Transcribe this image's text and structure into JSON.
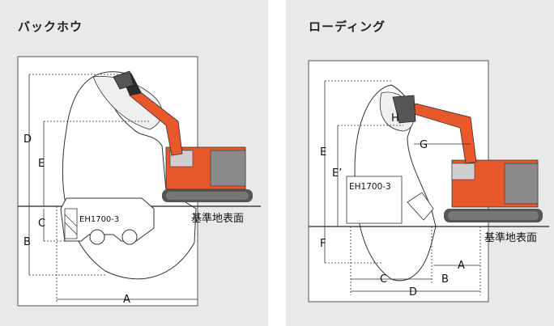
{
  "backhoe": {
    "title": "バックホウ",
    "labels": {
      "A": "A",
      "B": "B",
      "C": "C",
      "D": "D",
      "E": "E"
    },
    "truck_label": "EH1700-3",
    "ground_label": "基準地表面"
  },
  "loading": {
    "title": "ローディング",
    "labels": {
      "A": "A",
      "B": "B",
      "C": "C",
      "D": "D",
      "E": "E",
      "E_prime": "E’",
      "F": "F",
      "G": "G",
      "H": "H"
    },
    "truck_label": "EH1700-3",
    "ground_label": "基準地表面"
  },
  "colors": {
    "machine_orange": "#e8582a",
    "track": "#555555",
    "boom_dark": "#2b2b2b",
    "envelope": "#ffffff",
    "panel_bg": "#e9e9ea"
  }
}
